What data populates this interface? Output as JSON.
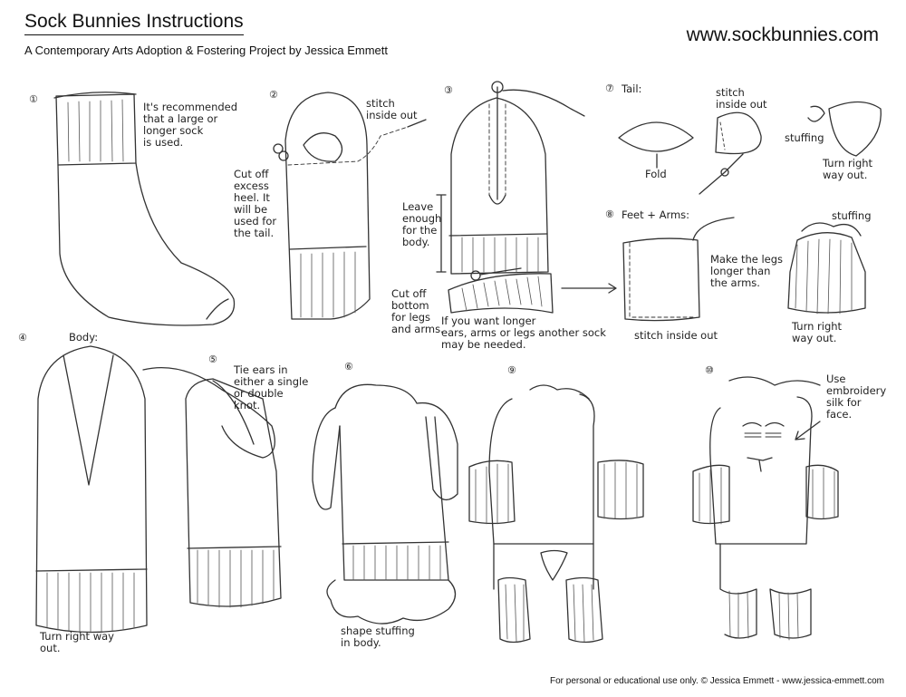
{
  "header": {
    "title": "Sock Bunnies Instructions",
    "subtitle": "A Contemporary Arts Adoption & Fostering Project by Jessica Emmett",
    "website": "www.sockbunnies.com"
  },
  "footer": {
    "text": "For personal or educational use only.  © Jessica Emmett - www.jessica-emmett.com"
  },
  "steps": {
    "s1": {
      "num": "①",
      "note": "It's recommended\nthat a large or\nlonger sock\nis used."
    },
    "s2": {
      "num": "②",
      "stitch": "stitch\ninside out",
      "note": "Cut off\nexcess\nheel. It\nwill be\nused for\nthe tail."
    },
    "s3": {
      "num": "③",
      "leave": "Leave\nenough\nfor the\nbody.",
      "cut": "Cut off\nbottom\nfor legs\nand arms.",
      "note": "If you want longer\nears, arms or legs another sock\nmay be needed."
    },
    "s4": {
      "num": "④",
      "label": "Body:",
      "note": "Turn right way\nout."
    },
    "s5": {
      "num": "⑤",
      "note": "Tie ears in\neither a single\nor double\nknot."
    },
    "s6": {
      "num": "⑥",
      "note": "shape stuffing\nin body."
    },
    "s7": {
      "num": "⑦",
      "label": "Tail:",
      "fold": "Fold",
      "stitch": "stitch\ninside out",
      "stuffing": "stuffing",
      "turn": "Turn right\nway out."
    },
    "s8": {
      "num": "⑧",
      "label": "Feet + Arms:",
      "note": "Make the legs\nlonger than\nthe arms.",
      "stitch": "stitch inside out",
      "stuffing": "stuffing",
      "turn": "Turn right\nway out."
    },
    "s9": {
      "num": "⑨"
    },
    "s10": {
      "num": "⑩",
      "note": "Use\nembroidery\nsilk for\nface."
    }
  }
}
